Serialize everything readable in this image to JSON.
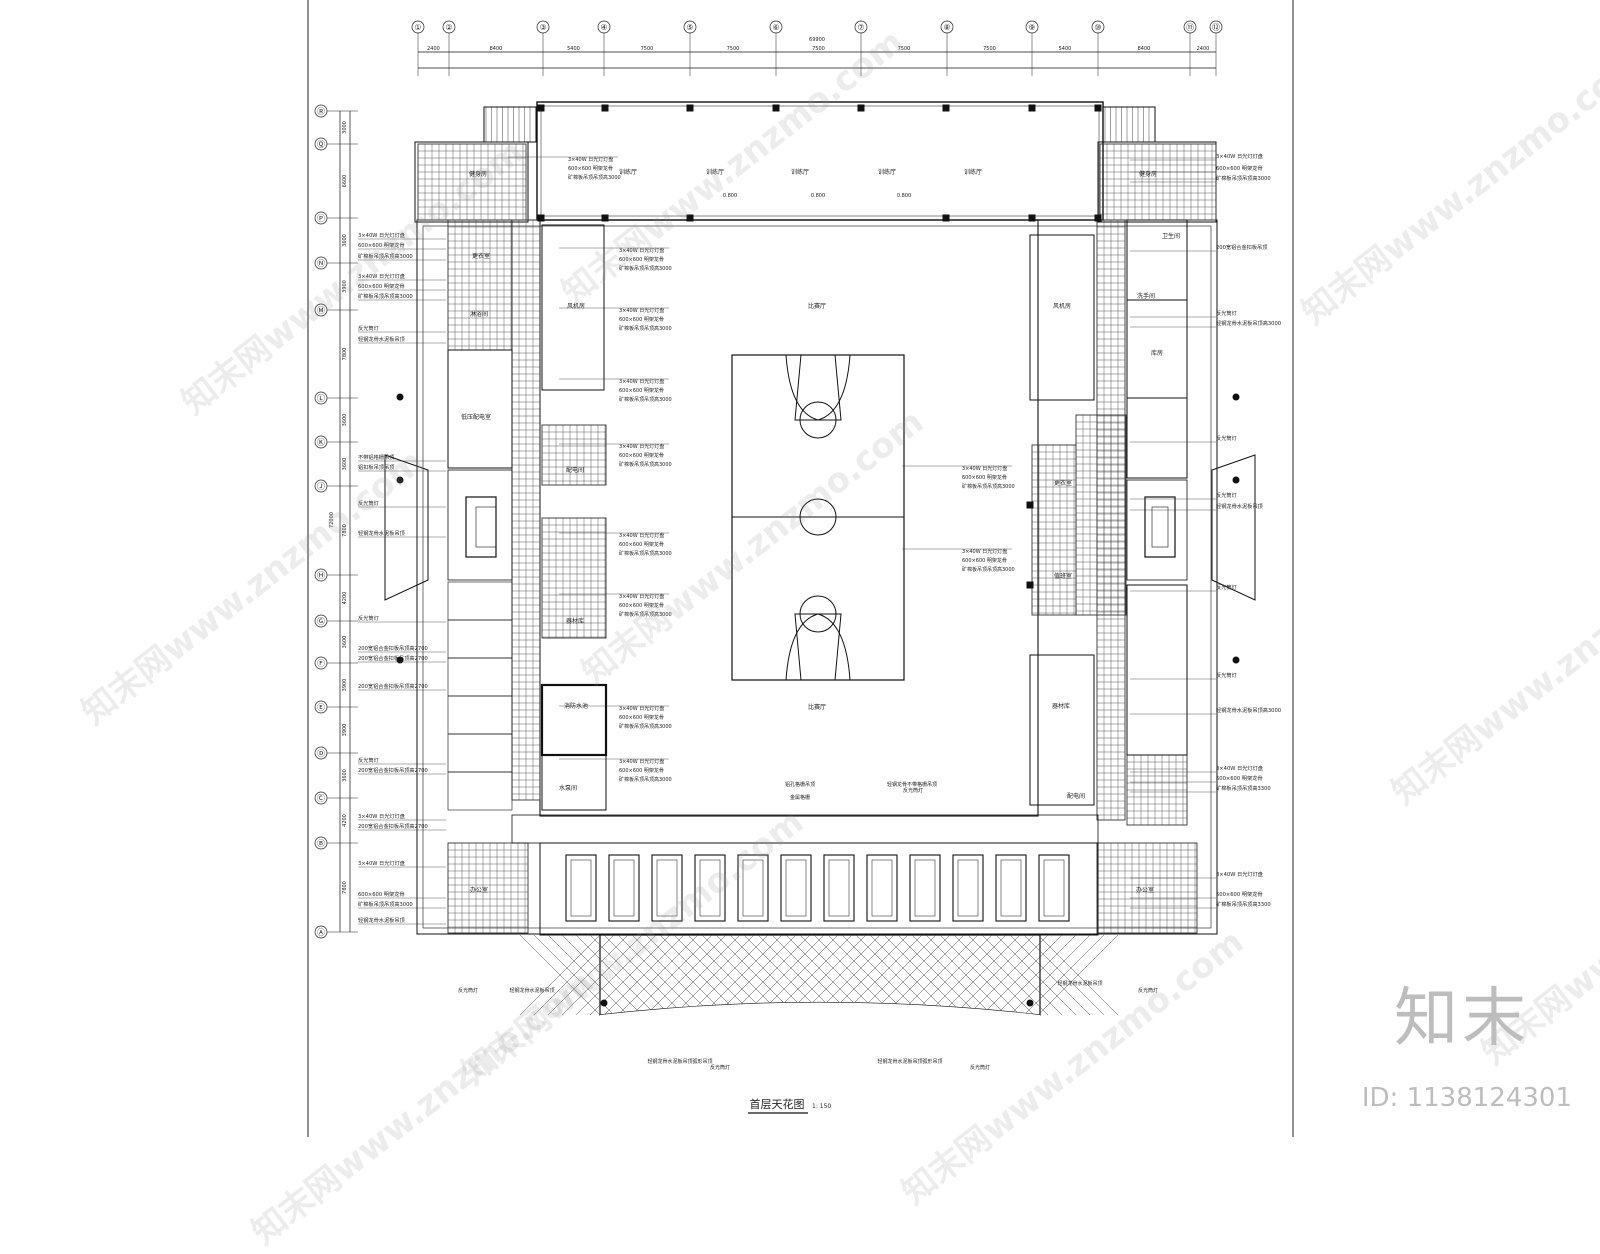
{
  "drawing": {
    "title": "首层天花图",
    "scale": "1: 150",
    "overall_width_dim": "69900",
    "overall_height_dim": "72000",
    "axes_top": [
      "①",
      "②",
      "③",
      "④",
      "⑤",
      "⑥",
      "⑦",
      "⑧",
      "⑨",
      "⑩",
      "⑪",
      "⑫"
    ],
    "spans_top": [
      "2400",
      "8400",
      "5400",
      "7500",
      "7500",
      "7500",
      "7500",
      "7500",
      "5400",
      "8400",
      "2400"
    ],
    "axes_left": [
      "Ⓡ",
      "Ⓠ",
      "Ⓟ",
      "Ⓝ",
      "Ⓜ",
      "Ⓛ",
      "Ⓚ",
      "Ⓙ",
      "Ⓗ",
      "Ⓖ",
      "Ⓕ",
      "Ⓔ",
      "Ⓓ",
      "Ⓒ",
      "Ⓑ",
      "Ⓐ"
    ],
    "spans_left": [
      "3000",
      "6600",
      "3600",
      "3900",
      "7800",
      "3600",
      "3600",
      "7800",
      "4200",
      "3600",
      "3900",
      "3900",
      "3600",
      "4200",
      "7800"
    ],
    "rooms": [
      {
        "label": "训练厅"
      },
      {
        "label": "训练厅"
      },
      {
        "label": "训练厅"
      },
      {
        "label": "训练厅"
      },
      {
        "label": "训练厅"
      },
      {
        "label": "比赛厅"
      },
      {
        "label": "比赛厅"
      },
      {
        "label": "健身房"
      },
      {
        "label": "健身房"
      },
      {
        "label": "风机房"
      },
      {
        "label": "风机房"
      },
      {
        "label": "低压配电室"
      },
      {
        "label": "配电间"
      },
      {
        "label": "配电间"
      },
      {
        "label": "消防水池"
      },
      {
        "label": "水泵间"
      },
      {
        "label": "器材库"
      },
      {
        "label": "器材库"
      },
      {
        "label": "更衣室"
      },
      {
        "label": "值班室"
      },
      {
        "label": "办公室"
      },
      {
        "label": "办公室"
      },
      {
        "label": "淋浴间"
      },
      {
        "label": "更衣室"
      },
      {
        "label": "库房"
      },
      {
        "label": "洗手间"
      },
      {
        "label": "卫生间"
      }
    ],
    "elevation_marks": [
      "0.800",
      "0.800",
      "0.800"
    ],
    "notes_left": [
      {
        "label": "3×40W 日光灯灯盘"
      },
      {
        "label": "600×600 明架龙骨"
      },
      {
        "label": "矿棉板吊顶吊顶高3000"
      },
      {
        "label": "3×40W 日光灯灯盘"
      },
      {
        "label": "600×600 明架龙骨"
      },
      {
        "label": "矿棉板吊顶吊顶高3000"
      },
      {
        "label": "反光筒灯"
      },
      {
        "label": "轻钢龙骨水泥板吊顶"
      },
      {
        "label": "不带铝格栅吊顶"
      },
      {
        "label": "铝扣板吊顶吊顶"
      },
      {
        "label": "反光筒灯"
      },
      {
        "label": "轻钢龙骨水泥板吊顶"
      },
      {
        "label": "反光筒灯"
      },
      {
        "label": "200宽铝合金扣板吊顶高2700"
      },
      {
        "label": "200宽铝合金扣板吊顶高2700"
      },
      {
        "label": "200宽铝合金扣板吊顶高2700"
      },
      {
        "label": "反光筒灯"
      },
      {
        "label": "200宽铝合金扣板吊顶高2700"
      },
      {
        "label": "3×40W 日光灯灯盘"
      },
      {
        "label": "200宽铝合金扣板吊顶高2700"
      },
      {
        "label": "3×40W 日光灯灯盘"
      },
      {
        "label": "600×600 明架龙骨"
      },
      {
        "label": "矿棉板吊顶吊顶高3000"
      },
      {
        "label": "轻钢龙骨水泥板吊顶"
      }
    ],
    "notes_right": [
      {
        "label": "3×40W 日光灯灯盘"
      },
      {
        "label": "600×600 明架龙骨"
      },
      {
        "label": "矿棉板吊顶吊顶高3000"
      },
      {
        "label": "200宽铝合金扣板吊顶"
      },
      {
        "label": "反光筒灯"
      },
      {
        "label": "轻钢龙骨水泥板吊顶高3000"
      },
      {
        "label": "反光筒灯"
      },
      {
        "label": "反光筒灯"
      },
      {
        "label": "轻钢龙骨水泥板吊顶"
      },
      {
        "label": "反光筒灯"
      },
      {
        "label": "反光筒灯"
      },
      {
        "label": "轻钢龙骨水泥板吊顶高3000"
      },
      {
        "label": "3×40W 日光灯灯盘"
      },
      {
        "label": "600×600 明架龙骨"
      },
      {
        "label": "矿棉板吊顶吊顶高3300"
      },
      {
        "label": "3×40W 日光灯灯盘"
      },
      {
        "label": "600×600 明架龙骨"
      },
      {
        "label": "矿棉板吊顶吊顶高3300"
      }
    ],
    "notes_center": [
      {
        "label": "3×40W 日光灯灯盘"
      },
      {
        "label": "600×600 明架龙骨"
      },
      {
        "label": "矿棉板吊顶吊顶高3000"
      },
      {
        "label": "3×40W 日光灯灯盘"
      },
      {
        "label": "600×600 明架龙骨"
      },
      {
        "label": "矿棉板吊顶吊顶高3000"
      },
      {
        "label": "3×40W 日光灯灯盘"
      },
      {
        "label": "600×600 明架龙骨"
      },
      {
        "label": "矿棉板吊顶吊顶高3000"
      },
      {
        "label": "3×40W 日光灯灯盘"
      },
      {
        "label": "600×600 明架龙骨"
      },
      {
        "label": "矿棉板吊顶吊顶高3000"
      },
      {
        "label": "3×40W 日光灯灯盘"
      },
      {
        "label": "600×600 明架龙骨"
      },
      {
        "label": "矿棉板吊顶吊顶高3000"
      },
      {
        "label": "3×40W 日光灯灯盘"
      },
      {
        "label": "600×600 明架龙骨"
      },
      {
        "label": "矿棉板吊顶吊顶高3000"
      },
      {
        "label": "3×40W 日光灯灯盘"
      },
      {
        "label": "600×600 明架龙骨"
      },
      {
        "label": "矿棉板吊顶吊顶高3000"
      },
      {
        "label": "3×40W 日光灯灯盘"
      },
      {
        "label": "600×600 明架龙骨"
      },
      {
        "label": "矿棉板吊顶吊顶高3000"
      },
      {
        "label": "3×40W 日光灯灯盘"
      },
      {
        "label": "600×600 明架龙骨"
      },
      {
        "label": "矿棉板吊顶吊顶高3000"
      },
      {
        "label": "3×40W 日光灯灯盘"
      },
      {
        "label": "600×600 明架龙骨"
      },
      {
        "label": "矿棉板吊顶吊顶高3000"
      },
      {
        "label": "3×40W 日光灯灯盘"
      },
      {
        "label": "600×600 明架龙骨"
      },
      {
        "label": "矿棉板吊顶吊顶高3000"
      }
    ],
    "notes_bottom": [
      {
        "label": "铝孔格栅吊顶"
      },
      {
        "label": "金属格栅"
      },
      {
        "label": "轻钢龙骨不带格栅吊顶"
      },
      {
        "label": "反光筒灯"
      },
      {
        "label": "反光筒灯"
      },
      {
        "label": "轻钢龙骨水泥板吊顶"
      },
      {
        "label": "轻钢龙骨水泥板吊顶"
      },
      {
        "label": "反光筒灯"
      },
      {
        "label": "轻钢龙骨水泥板吊顶弧形吊顶"
      },
      {
        "label": "反光筒灯"
      },
      {
        "label": "轻钢龙骨水泥板吊顶弧形吊顶"
      },
      {
        "label": "反光筒灯"
      }
    ]
  },
  "watermark": {
    "text": "知末网www.znzmo.com",
    "brand": "知末",
    "id": "ID: 1138124301"
  }
}
